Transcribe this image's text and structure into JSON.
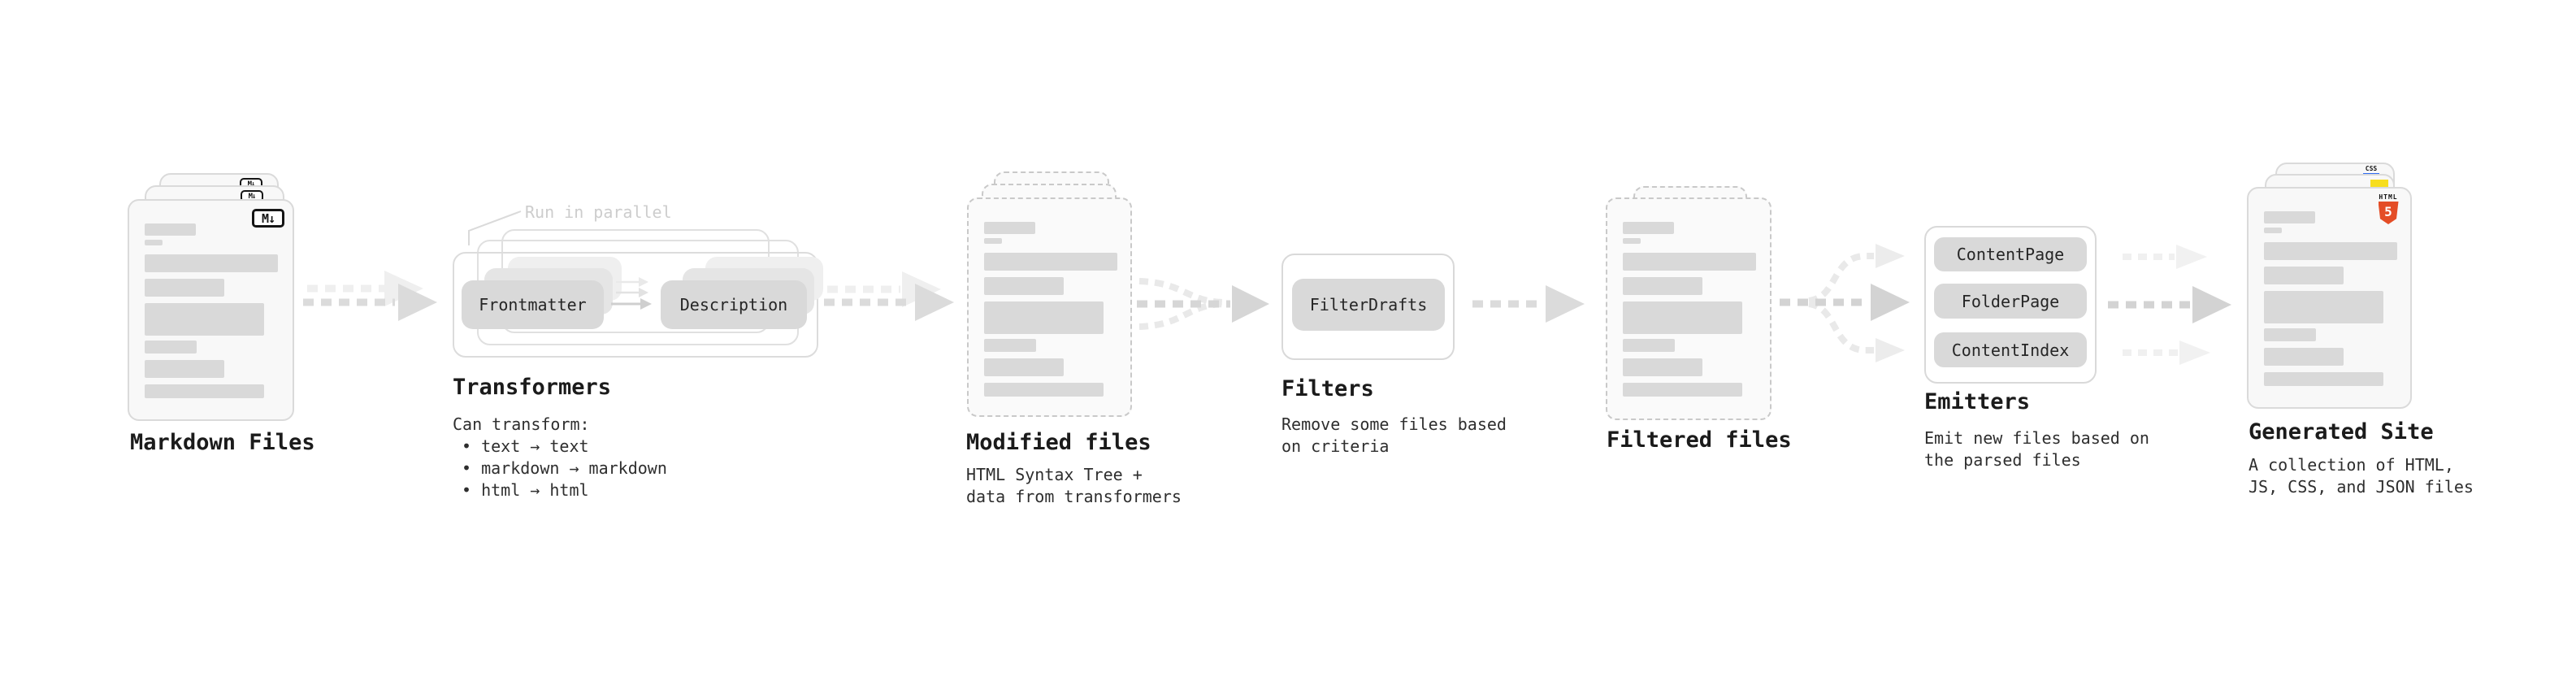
{
  "stages": {
    "markdown_files": {
      "title": "Markdown Files",
      "badge": "M↓"
    },
    "transformers": {
      "title": "Transformers",
      "annotation": "Run in parallel",
      "nodes": {
        "frontmatter": "Frontmatter",
        "description": "Description"
      },
      "body": [
        "Can transform:",
        "• text → text",
        "• markdown → markdown",
        "• html → html"
      ]
    },
    "modified_files": {
      "title": "Modified files",
      "body": [
        "HTML Syntax Tree +",
        "data from transformers"
      ]
    },
    "filters": {
      "title": "Filters",
      "nodes": {
        "filter_drafts": "FilterDrafts"
      },
      "body": [
        "Remove some files based",
        "on criteria"
      ]
    },
    "filtered_files": {
      "title": "Filtered files"
    },
    "emitters": {
      "title": "Emitters",
      "nodes": {
        "content_page": "ContentPage",
        "folder_page": "FolderPage",
        "content_index": "ContentIndex"
      },
      "body": [
        "Emit new files based on",
        "the parsed files"
      ]
    },
    "generated_site": {
      "title": "Generated Site",
      "badges": {
        "html_label": "HTML",
        "html_number": "5",
        "css_label": "CSS"
      },
      "body": [
        "A collection of HTML,",
        "JS, CSS, and JSON files"
      ]
    }
  },
  "colors": {
    "html5_orange": "#e44d26",
    "js_yellow": "#f7de1e",
    "css_blue": "#2f6df2",
    "node_gray": "#d9d9d9",
    "arrow_gray": "#dbdbdb",
    "arrow_ghost_gray": "#efefef"
  }
}
